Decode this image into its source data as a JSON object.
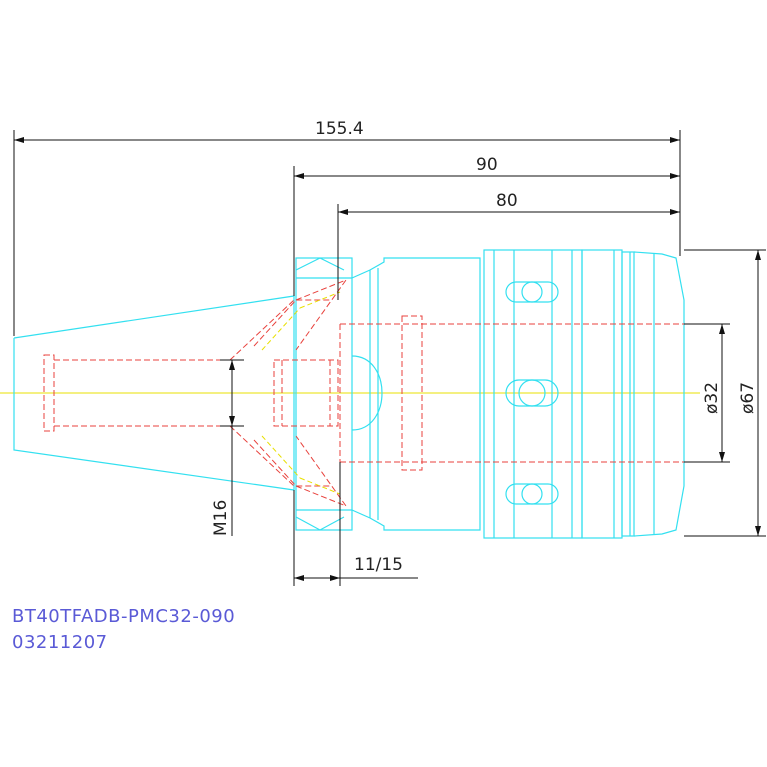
{
  "drawing": {
    "dimensions": {
      "overall_length": "155.4",
      "length_from_flange": "90",
      "length_from_gauge": "80",
      "bore_diameter": "ø32",
      "outer_diameter": "ø67",
      "thread": "M16",
      "flange_offset": "11/15"
    },
    "title_block": {
      "part_number": "BT40TFADB-PMC32-090",
      "code": "03211207"
    }
  },
  "colors": {
    "outline": "#33e0f0",
    "hidden": "#e8413c",
    "center": "#e8e000",
    "dimension": "#111111",
    "title": "#5a5ad6"
  }
}
